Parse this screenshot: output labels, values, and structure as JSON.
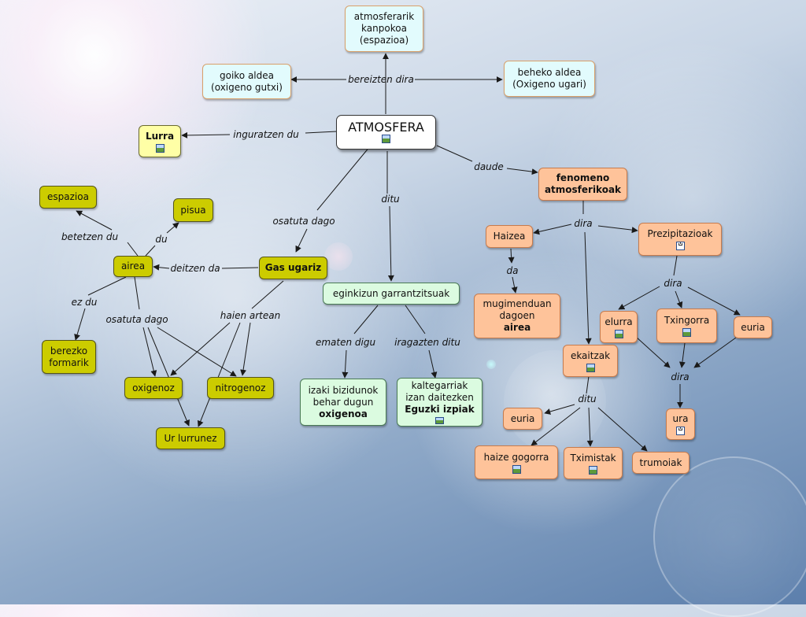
{
  "nodes": {
    "atmosfera": {
      "text": "ATMOSFERA"
    },
    "atmosferarik_kanpokoa": {
      "text": "atmosferarik\nkanpokoa\n(espazioa)"
    },
    "goiko_aldea": {
      "text": "goiko aldea\n(oxigeno gutxi)"
    },
    "beheko_aldea": {
      "text": "beheko aldea\n(Oxigeno ugari)"
    },
    "lurra": {
      "text": "Lurra"
    },
    "espazioa": {
      "text": "espazioa"
    },
    "pisua": {
      "text": "pisua"
    },
    "airea": {
      "text": "airea"
    },
    "gas_ugariz": {
      "text": "Gas ugariz"
    },
    "berezko_formarik": {
      "text": "berezko\nformarik"
    },
    "oxigenoz": {
      "text": "oxigenoz"
    },
    "nitrogenoz": {
      "text": "nitrogenoz"
    },
    "ur_lurrunez": {
      "text": "Ur lurrunez"
    },
    "eginkizun": {
      "text": "eginkizun garrantzitsuak"
    },
    "izaki_bizidunok": {
      "text": "izaki bizidunok\nbehar dugun",
      "bold": "oxigenoa"
    },
    "kaltegarriak": {
      "text": "kaltegarriak\nizan daitezken",
      "bold": "Eguzki izpiak"
    },
    "fenomeno": {
      "text": "fenomeno\natmosferikoak"
    },
    "haizea": {
      "text": "Haizea"
    },
    "mugimenduan": {
      "text": "mugimenduan\ndagoen",
      "bold": "airea"
    },
    "prezipitazioak": {
      "text": "Prezipitazioak"
    },
    "elurra": {
      "text": "elurra"
    },
    "txingorra": {
      "text": "Txingorra"
    },
    "euria_right": {
      "text": "euria"
    },
    "ekaitzak": {
      "text": "ekaitzak"
    },
    "ura": {
      "text": "ura"
    },
    "euria_left": {
      "text": "euria"
    },
    "haize_gogorra": {
      "text": "haize gogorra"
    },
    "tximistak": {
      "text": "Tximistak"
    },
    "trumoiak": {
      "text": "trumoiak"
    }
  },
  "links": {
    "bereizten_dira": "bereizten dira",
    "inguratzen_du": "inguratzen du",
    "daude": "daude",
    "osatuta_dago_gas": "osatuta dago",
    "ditu_eginkizun": "ditu",
    "betetzen_du": "betetzen du",
    "du": "du",
    "deitzen_da": "deitzen da",
    "ez_du": "ez du",
    "osatuta_dago_airea": "osatuta dago",
    "haien_artean": "haien artean",
    "ematen_digu": "ematen digu",
    "iragazten_ditu": "iragazten ditu",
    "dira_fenomeno": "dira",
    "da": "da",
    "dira_prezip": "dira",
    "dira_ura": "dira",
    "ditu_ekaitzak": "ditu"
  },
  "colors": {
    "cyan": "#e2fbfd",
    "yellow": "#ffffa6",
    "olive": "#cccc00",
    "mint": "#dbfbe0",
    "orange": "#fec39a",
    "line": "#1a1a1a"
  },
  "icons": {
    "image": "image-resource-icon",
    "concept_map": "concept-map-resource-icon"
  }
}
